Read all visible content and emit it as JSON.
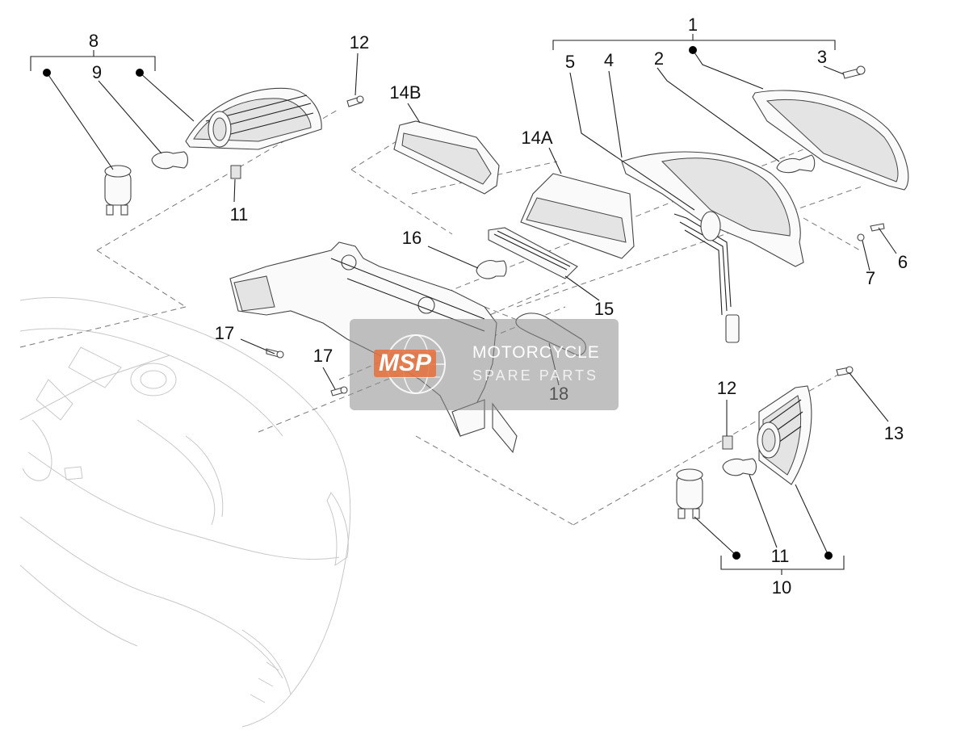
{
  "labels": {
    "l1": "1",
    "l2": "2",
    "l3": "3",
    "l4": "4",
    "l5": "5",
    "l6": "6",
    "l7": "7",
    "l8": "8",
    "l9": "9",
    "l10": "10",
    "l11a": "11",
    "l11b": "11",
    "l12a": "12",
    "l12b": "12",
    "l13": "13",
    "l14a": "14A",
    "l14b": "14B",
    "l15": "15",
    "l16": "16",
    "l17a": "17",
    "l17b": "17",
    "l18": "18"
  },
  "watermark": {
    "mark": "MSP",
    "title": "MOTORCYCLE",
    "subtitle": "SPARE PARTS"
  },
  "colors": {
    "line": "#222222",
    "part_fill": "#fafafa",
    "body_outline": "#c8c8c8",
    "watermark_bg": "#8c8c8c",
    "logo_accent": "#e66e3c"
  }
}
